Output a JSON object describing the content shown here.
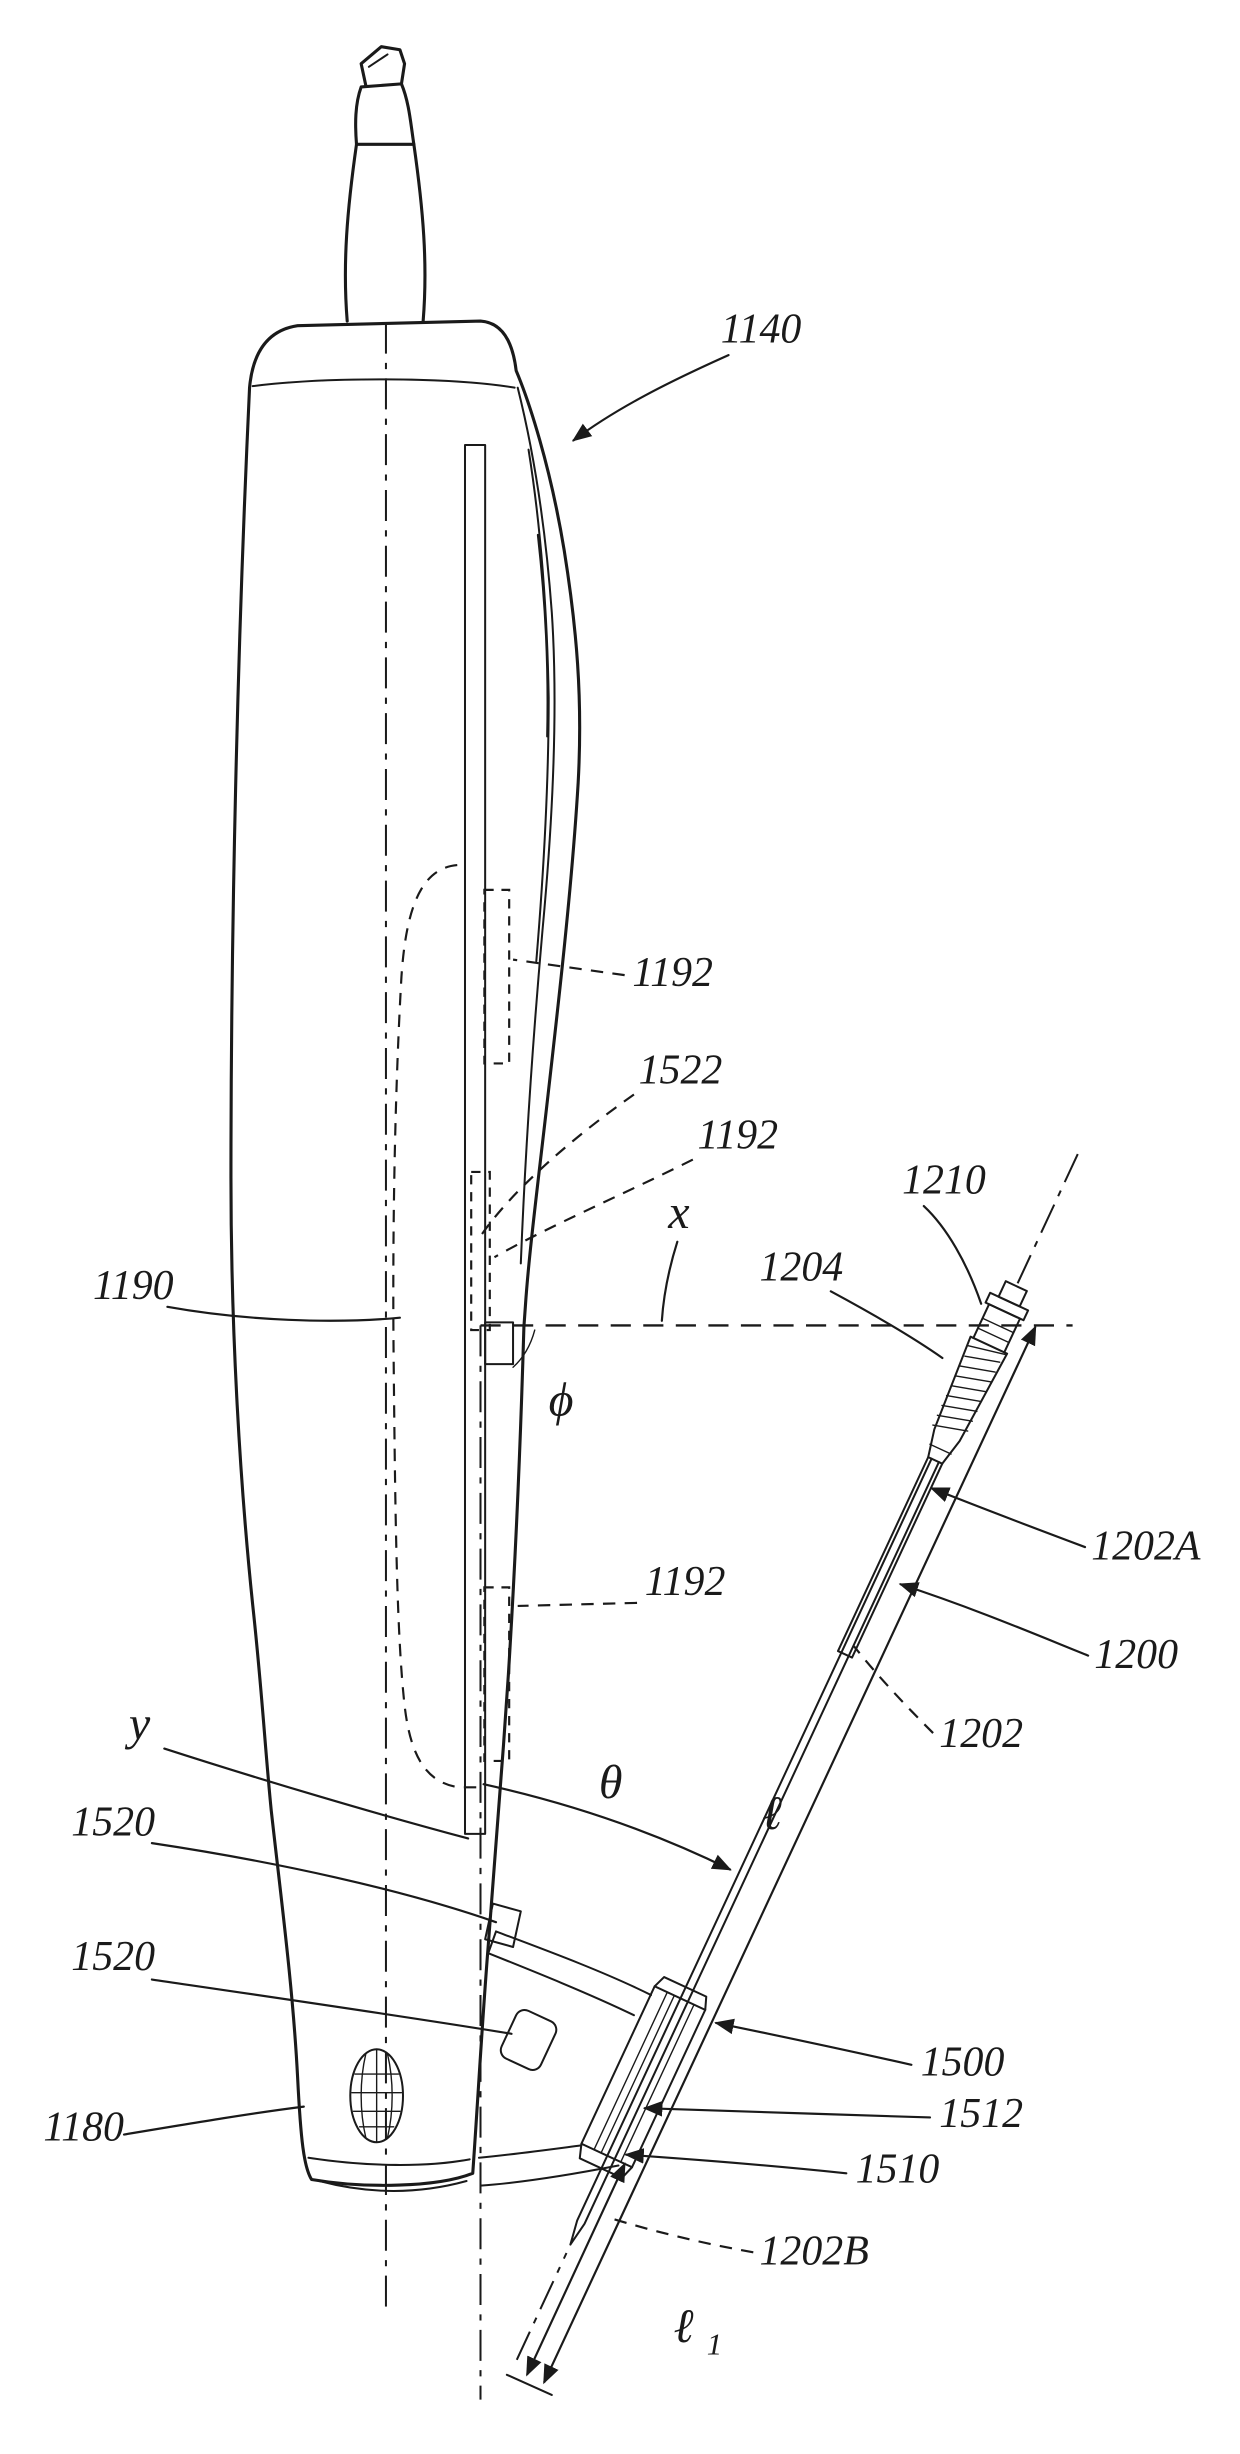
{
  "figure": {
    "background": "#ffffff",
    "ink": "#1a1a1a",
    "description": "Patent-style line drawing: handheld ultrasound probe 1140 with needle guide 1500 and needle assembly 1200 inclined at angle theta to axis y"
  },
  "labels": {
    "n1140": "1140",
    "n1192a": "1192",
    "n1522": "1522",
    "n1192b": "1192",
    "n1190": "1190",
    "x_axis": "x",
    "n1210": "1210",
    "n1204": "1204",
    "phi": "ϕ",
    "n1202A": "1202A",
    "n1200": "1200",
    "n1202": "1202",
    "n1192c": "1192",
    "y_axis": "y",
    "theta": "θ",
    "ell": "ℓ",
    "n1520a": "1520",
    "n1520b": "1520",
    "n1500": "1500",
    "n1512": "1512",
    "n1510": "1510",
    "n1180": "1180",
    "n1202B": "1202B",
    "ell1_base": "ℓ",
    "ell1_sub": "1"
  }
}
